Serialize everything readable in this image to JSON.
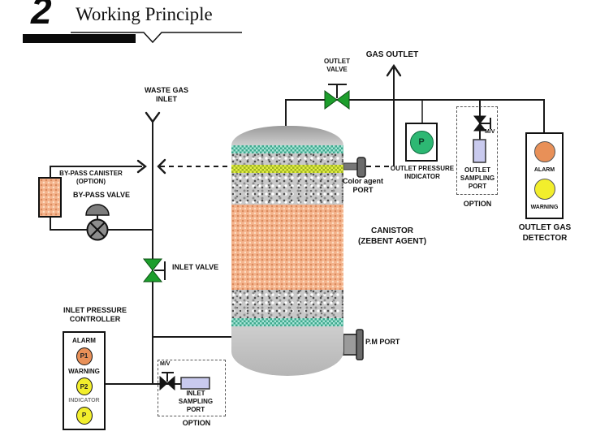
{
  "header": {
    "section_number": "2",
    "title": "Working Principle"
  },
  "flow": {
    "waste_gas_inlet_label": "WASTE GAS\nINLET",
    "gas_outlet_label": "GAS OUTLET"
  },
  "valves": {
    "outlet_valve_label": "OUTLET\nVALVE",
    "inlet_valve_label": "INLET VALVE",
    "bypass_valve_label": "BY-PASS VALVE",
    "outlet_mv_label": "M/V",
    "inlet_mv_label": "M/V"
  },
  "bypass": {
    "canister_label": "BY-PASS CANISTER\n(OPTION)"
  },
  "canister": {
    "label": "CANISTOR\n(ZEBENT AGENT)",
    "color_agent_port_label": "Color agent\nPORT",
    "pm_port_label": "P.M PORT"
  },
  "outlet_pressure_indicator": {
    "label": "OUTLET PRESSURE\nINDICATOR",
    "gauge_letter": "P"
  },
  "outlet_sampling": {
    "port_label": "OUTLET\nSAMPLING\nPORT",
    "option_label": "OPTION"
  },
  "inlet_sampling": {
    "port_label": "INLET\nSAMPLING\nPORT",
    "option_label": "OPTION"
  },
  "outlet_gas_detector": {
    "title": "OUTLET GAS\nDETECTOR",
    "alarm_label": "ALARM",
    "warning_label": "WARNING"
  },
  "inlet_pressure_controller": {
    "title": "INLET PRESSURE\nCONTROLLER",
    "alarm_label": "ALARM",
    "warning_label": "WARNING",
    "indicator_label": "INDICATOR",
    "gauges": [
      "P1",
      "P2",
      "P"
    ]
  },
  "colors": {
    "valve_green": "#1d9e2c",
    "indicator_green": "#2db873",
    "alarm_orange": "#e89058",
    "warning_yellow": "#f2ee2c",
    "sampling_lavender": "#c9caee",
    "line_black": "#1a1a1a"
  }
}
